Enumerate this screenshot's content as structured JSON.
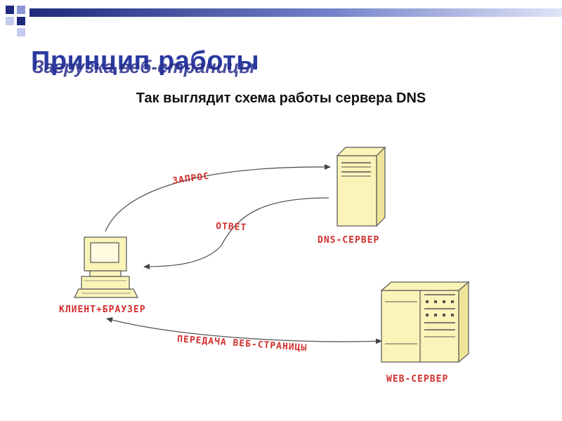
{
  "slide": {
    "title": "Принцип работы",
    "title_overlay": "Загрузка веб-страницы",
    "subtitle": "Так выглядит схема работы сервера DNS"
  },
  "diagram": {
    "labels": {
      "request": "ЗАПРОС",
      "response": "ОТВЕТ",
      "dns_server": "DNS-СЕРВЕР",
      "client": "КЛИЕНТ+БРАУЗЕР",
      "page_transfer": "ПЕРЕДАЧА ВЕБ-СТРАНИЦЫ",
      "web_server": "WEB-СЕРВЕР"
    }
  },
  "colors": {
    "title": "#2b3aa0",
    "label": "#d2302f",
    "device_fill": "#fbf4b8",
    "device_stroke": "#555555",
    "bar_dark": "#1f2a7a",
    "bar_light": "#b9c3ea"
  }
}
